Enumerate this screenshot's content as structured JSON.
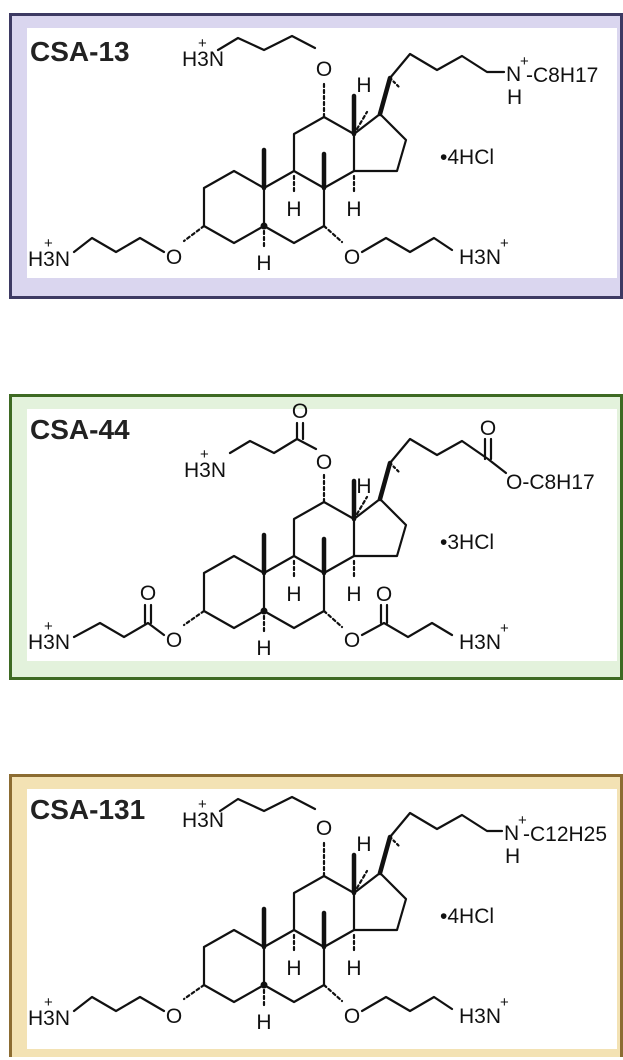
{
  "compounds": [
    {
      "name": "CSA-13",
      "salt": "•4HCl",
      "amine": "H3N",
      "amine_sup": "+",
      "tail_n": "N",
      "tail_n_sup": "+",
      "tail_sub_h": "H",
      "tail_group": "-C8H17",
      "o": "O",
      "h": "H",
      "border_color": "#3d3a63",
      "fill_color": "#dad6ef"
    },
    {
      "name": "CSA-44",
      "salt": "•3HCl",
      "amine": "H3N",
      "amine_sup": "+",
      "ester_tail": "O-C8H17",
      "o": "O",
      "h": "H",
      "border_color": "#3e6a23",
      "fill_color": "#e3f2dc"
    },
    {
      "name": "CSA-131",
      "salt": "•4HCl",
      "amine": "H3N",
      "amine_sup": "+",
      "tail_n": "N",
      "tail_n_sup": "+",
      "tail_sub_h": "H",
      "tail_group": "-C12H25",
      "o": "O",
      "h": "H",
      "border_color": "#8c6c32",
      "fill_color": "#f3e2b4"
    }
  ]
}
